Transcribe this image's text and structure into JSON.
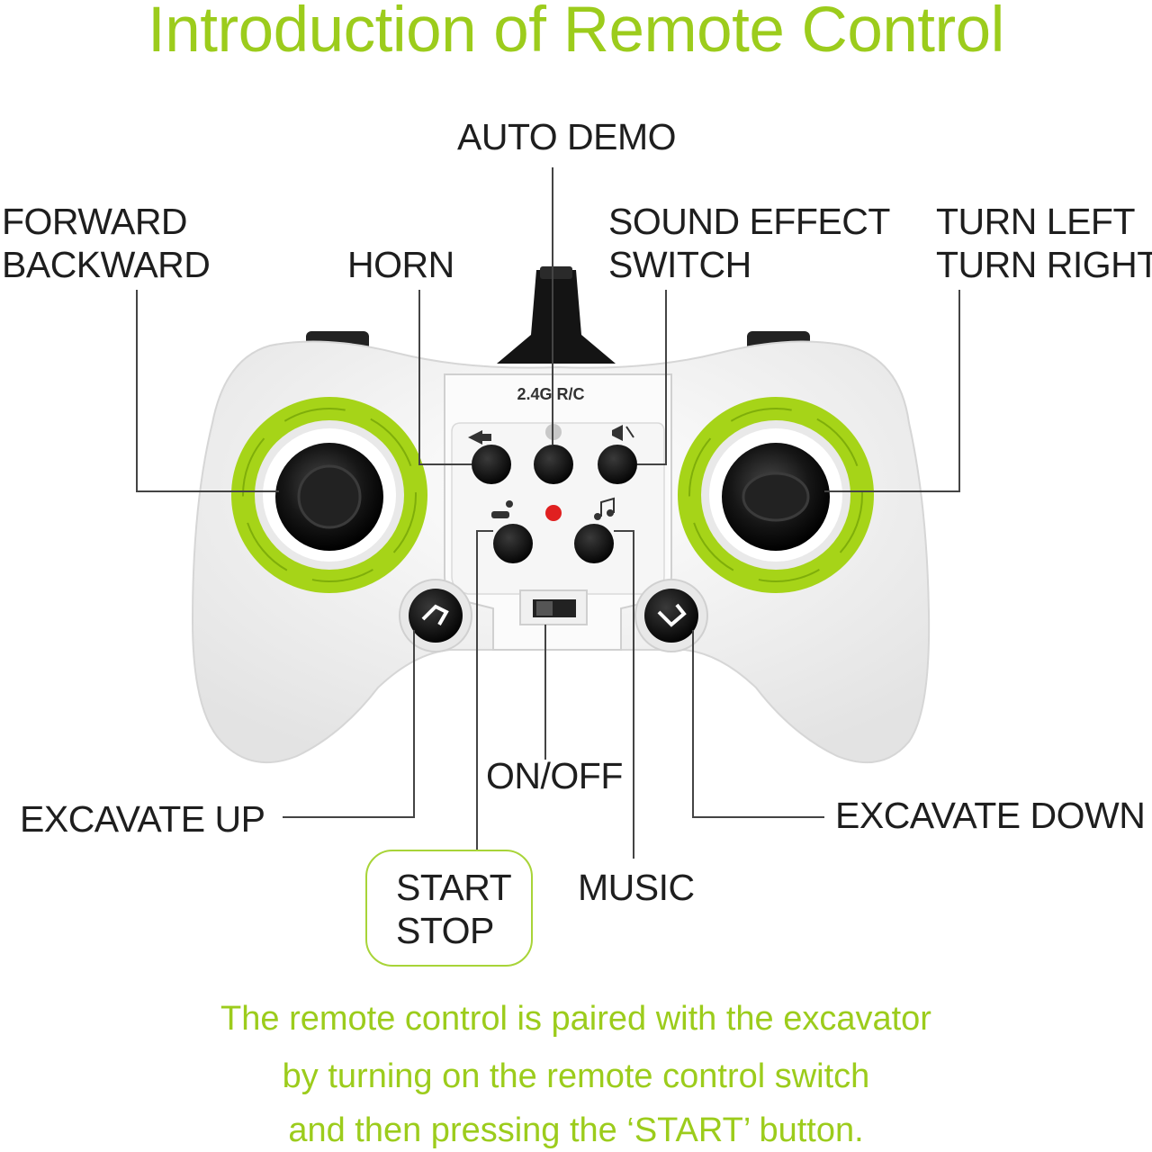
{
  "title": "Introduction of Remote Control",
  "labels": {
    "auto_demo": "AUTO DEMO",
    "forward_backward": [
      "FORWARD",
      "BACKWARD"
    ],
    "horn": "HORN",
    "sound_effect_switch": [
      "SOUND EFFECT",
      "SWITCH"
    ],
    "turn_left_right": [
      "TURN LEFT",
      "TURN RIGHT"
    ],
    "on_off": "ON/OFF",
    "excavate_up": "EXCAVATE UP",
    "excavate_down": "EXCAVATE DOWN",
    "start_stop": [
      "START",
      "STOP"
    ],
    "music": "MUSIC"
  },
  "controller": {
    "brand_text": "2.4G R/C"
  },
  "footer": [
    "The remote control is paired with the excavator",
    "by turning on the remote control switch",
    "and then pressing the ‘START’ button."
  ],
  "colors": {
    "accent_green": "#9ccc1c",
    "label_text": "#1e1e1e",
    "controller_body": "#f2f2f2",
    "button_black": "#111111",
    "led_red": "#e02020"
  },
  "icons": [
    "horn-icon",
    "auto-demo-icon",
    "sound-icon",
    "start-icon",
    "music-icon",
    "excavate-up-icon",
    "excavate-down-icon"
  ]
}
